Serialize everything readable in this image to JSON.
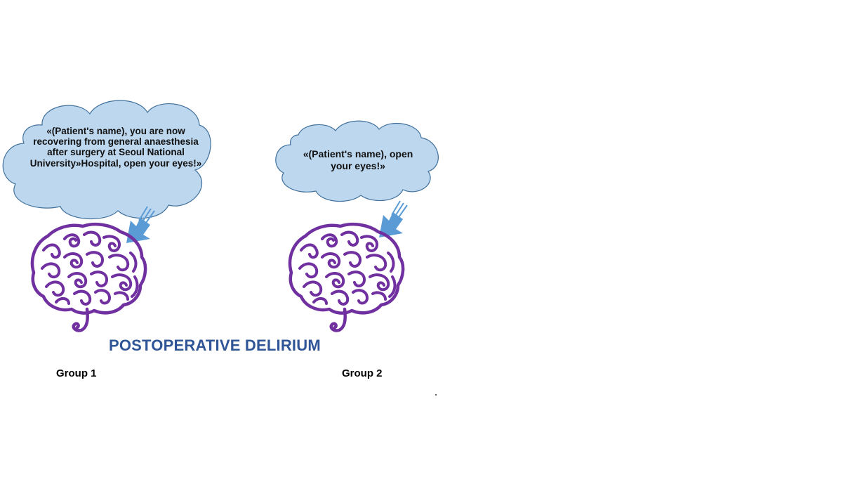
{
  "colors": {
    "cloud_fill": "#bdd7ee",
    "cloud_stroke": "#41719c",
    "arrow": "#5b9bd5",
    "brain": "#7030a0",
    "title": "#2f5597"
  },
  "group1": {
    "label": "Group 1",
    "message": "«(Patient's name), you are now recovering from general anaesthesia after surgery at Seoul National University»Hospital, open your eyes!»"
  },
  "group2": {
    "label": "Group 2",
    "message": "«(Patient's name), open your eyes!»"
  },
  "title": "POSTOPERATIVE DELIRIUM",
  "icons": [
    "cloud-icon",
    "arrow-down-icon",
    "brain-icon"
  ]
}
